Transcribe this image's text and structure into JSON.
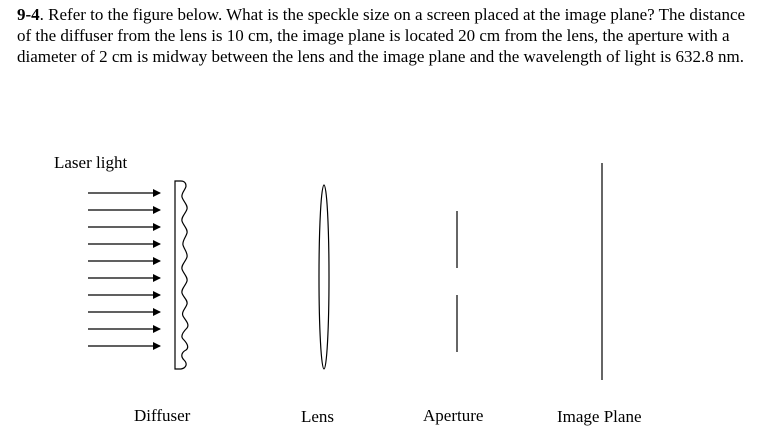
{
  "problem": {
    "number": "9-4",
    "text": ". Refer to the figure below. What is the speckle size on a screen placed at the image plane? The distance of the diffuser from the lens is 10 cm, the image plane is located 20 cm from the lens, the aperture with a diameter of 2 cm is midway between the lens and the image plane and the wavelength of light is 632.8 nm."
  },
  "figure": {
    "source_label": "Laser light",
    "component_labels": {
      "diffuser": "Diffuser",
      "lens": "Lens",
      "aperture": "Aperture",
      "image_plane": "Image Plane"
    },
    "arrow_count": 10
  }
}
